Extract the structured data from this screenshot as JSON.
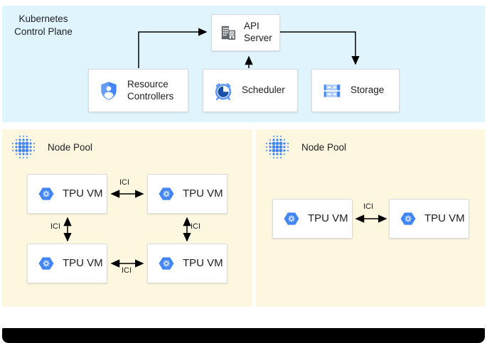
{
  "diagram": {
    "control_plane": {
      "title": "Kubernetes Control Plane",
      "components": {
        "api_server": {
          "label": "API Server",
          "icon": "building-icon"
        },
        "resource_controllers": {
          "label": "Resource Controllers",
          "icon": "shield-user-icon"
        },
        "scheduler": {
          "label": "Scheduler",
          "icon": "alarm-clock-icon"
        },
        "storage": {
          "label": "Storage",
          "icon": "server-rack-icon"
        }
      },
      "arrows": [
        {
          "from": "resource_controllers",
          "to": "api_server"
        },
        {
          "from": "scheduler",
          "to": "api_server"
        },
        {
          "from": "api_server",
          "to": "storage"
        }
      ]
    },
    "interconnect_label": "ICI",
    "node_pools": [
      {
        "label": "Node Pool",
        "icon": "dot-cluster-icon",
        "vms": [
          {
            "label": "TPU VM"
          },
          {
            "label": "TPU VM"
          },
          {
            "label": "TPU VM"
          },
          {
            "label": "TPU VM"
          }
        ],
        "links": [
          {
            "from": 0,
            "to": 1,
            "label": "ICI",
            "bidirectional": true
          },
          {
            "from": 0,
            "to": 2,
            "label": "ICI",
            "bidirectional": true
          },
          {
            "from": 1,
            "to": 3,
            "label": "ICI",
            "bidirectional": true
          },
          {
            "from": 2,
            "to": 3,
            "label": "ICI",
            "bidirectional": true
          }
        ]
      },
      {
        "label": "Node Pool",
        "icon": "dot-cluster-icon",
        "vms": [
          {
            "label": "TPU VM"
          },
          {
            "label": "TPU VM"
          }
        ],
        "links": [
          {
            "from": 0,
            "to": 1,
            "label": "ICI",
            "bidirectional": true
          }
        ]
      }
    ]
  },
  "colors": {
    "control_plane_bg": "#E0F4FD",
    "node_pool_bg": "#FEF7E0",
    "box_border": "#DADCE0",
    "primary_blue": "#4285F4",
    "light_blue": "#5E97F6",
    "pale_blue": "#AECBFA",
    "gear_blue": "#C5DCFA",
    "dark_blue": "#174EA6",
    "icon_gray": "#5F6368",
    "text": "#202124",
    "arrow": "#000000",
    "footer_bar": "#000000"
  }
}
